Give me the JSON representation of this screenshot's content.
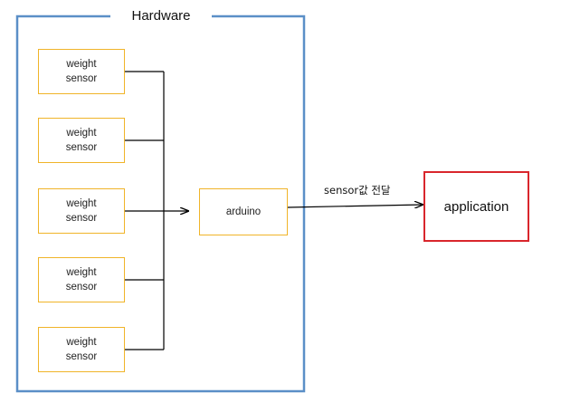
{
  "hardware_group": {
    "title": "Hardware"
  },
  "sensors": [
    {
      "line1": "weight",
      "line2": "sensor"
    },
    {
      "line1": "weight",
      "line2": "sensor"
    },
    {
      "line1": "weight",
      "line2": "sensor"
    },
    {
      "line1": "weight",
      "line2": "sensor"
    },
    {
      "line1": "weight",
      "line2": "sensor"
    }
  ],
  "arduino": {
    "label": "arduino"
  },
  "application": {
    "label": "application"
  },
  "edge": {
    "label": "sensor값 전달"
  },
  "colors": {
    "group_border": "#5b8fc7",
    "node_border": "#f0b429",
    "application_border": "#d9262c",
    "connector": "#000000"
  }
}
